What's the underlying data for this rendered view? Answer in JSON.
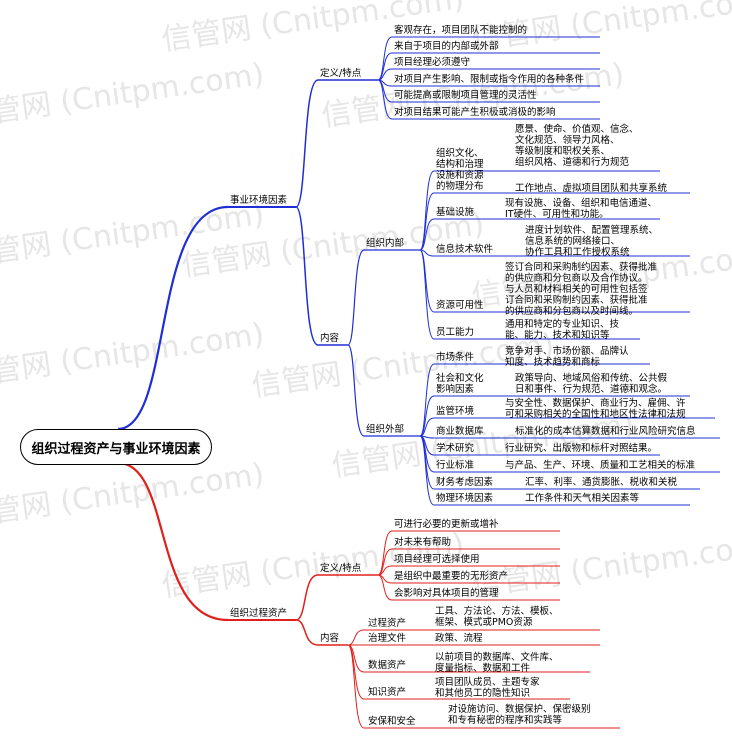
{
  "watermarks": [
    "信管网 (Cnitpm.com)",
    "信管网 (Cnitpm.com)",
    "信管网 (Cnitpm.com)",
    "信管网 (Cnitpm.com)",
    "信管网 (Cnitpm.com)",
    "信管网 (Cnitpm.com)",
    "信管网 (Cnitpm.com)",
    "信管网 (Cnitpm.com)",
    "信管网 (Cnitpm.com)",
    "信管网 (Cnitpm.com)",
    "信管网 (Cnitpm.com)",
    "信管网 (Cnitpm.com)",
    "信管网 (Cnitpm.com)"
  ],
  "root": "组织过程资产与事业环境因素",
  "eef": {
    "label": "事业环境因素",
    "definition": {
      "label": "定义/特点",
      "items": [
        "客观存在，项目团队不能控制的",
        "来自于项目的内部或外部",
        "项目经理必须遵守",
        "对项目产生影响、限制或指令作用的各种条件",
        "可能提高或限制项目管理的灵活性",
        "对项目结果可能产生积极或消极的影响"
      ]
    },
    "content": {
      "label": "内容",
      "internal": {
        "label": "组织内部",
        "items": [
          {
            "label": "组织文化、\n结构和治理",
            "detail": "愿景、使命、价值观、信念、\n文化规范、领导力风格、\n等级制度和职权关系、\n组织风格、道德和行为规范"
          },
          {
            "label": "设施和资源\n的物理分布",
            "detail": "工作地点、虚拟项目团队和共享系统"
          },
          {
            "label": "基础设施",
            "detail": "现有设施、设备、组织和电信通道、\nIT硬件、可用性和功能。"
          },
          {
            "label": "信息技术软件",
            "detail": "进度计划软件、配置管理系统、\n信息系统的网络接口、\n协作工具和工作授权系统"
          },
          {
            "label": "资源可用性",
            "detail": "签订合同和采购制约因素、获得批准\n的供应商和分包商以及合作协议。\n与人员和材料相关的可用性包括签\n订合同和采购制约因素、获得批准\n的供应商和分包商以及时间线。"
          },
          {
            "label": "员工能力",
            "detail": "通用和特定的专业知识、技\n能、能力、技术和知识等"
          }
        ]
      },
      "external": {
        "label": "组织外部",
        "items": [
          {
            "label": "市场条件",
            "detail": "竞争对手、市场份额、品牌认\n知度、技术趋势和商标"
          },
          {
            "label": "社会和文化\n影响因素",
            "detail": "政策导向、地域风俗和传统、公共假\n日和事件、行为规范、道德和观念。"
          },
          {
            "label": "监管环境",
            "detail": "与安全性、数据保护、商业行为、雇佣、许\n可和采购相关的全国性和地区性法律和法规"
          },
          {
            "label": "商业数据库",
            "detail": "标准化的成本估算数据和行业风险研究信息"
          },
          {
            "label": "学术研究",
            "detail": "行业研究、出版物和标杆对照结果。"
          },
          {
            "label": "行业标准",
            "detail": "与产品、生产、环境、质量和工艺相关的标准"
          },
          {
            "label": "财务考虑因素",
            "detail": "汇率、利率、通货膨胀、税收和关税"
          },
          {
            "label": "物理环境因素",
            "detail": "工作条件和天气相关因素等"
          }
        ]
      }
    }
  },
  "opa": {
    "label": "组织过程资产",
    "definition": {
      "label": "定义/特点",
      "items": [
        "可进行必要的更新或增补",
        "对未来有帮助",
        "项目经理可选择使用",
        "是组织中最重要的无形资产",
        "会影响对具体项目的管理"
      ]
    },
    "content": {
      "label": "内容",
      "items": [
        {
          "label": "过程资产",
          "detail": "工具、方法论、方法、模板、\n框架、模式或PMO资源"
        },
        {
          "label": "治理文件",
          "detail": "政策、流程"
        },
        {
          "label": "数据资产",
          "detail": "以前项目的数据库、文件库、\n度量指标、数据和工件"
        },
        {
          "label": "知识资产",
          "detail": "项目团队成员、主题专家\n和其他员工的隐性知识"
        },
        {
          "label": "安保和安全",
          "detail": "对设施访问、数据保护、保密级别\n和专有秘密的程序和实践等"
        }
      ]
    }
  },
  "colors": {
    "eef": "#1f2fd6",
    "opa": "#e0201c",
    "root": "#000000"
  }
}
